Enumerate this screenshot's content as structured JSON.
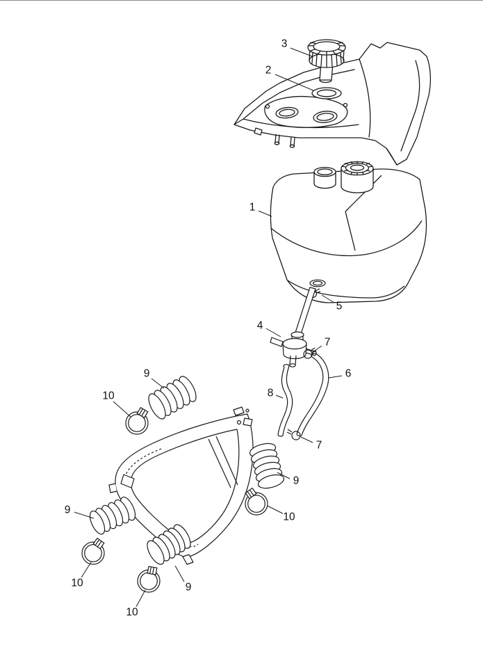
{
  "meta": {
    "background_color": "#ffffff",
    "line_color": "#1a1a1a"
  },
  "diagram": {
    "callouts": [
      {
        "ref": "3"
      },
      {
        "ref": "2"
      },
      {
        "ref": "1"
      },
      {
        "ref": "5"
      },
      {
        "ref": "4"
      },
      {
        "ref": "7"
      },
      {
        "ref": "6"
      },
      {
        "ref": "8"
      },
      {
        "ref": "7"
      },
      {
        "ref": "9"
      },
      {
        "ref": "10"
      },
      {
        "ref": "9"
      },
      {
        "ref": "10"
      },
      {
        "ref": "9"
      },
      {
        "ref": "10"
      },
      {
        "ref": "9"
      },
      {
        "ref": "10"
      }
    ]
  }
}
